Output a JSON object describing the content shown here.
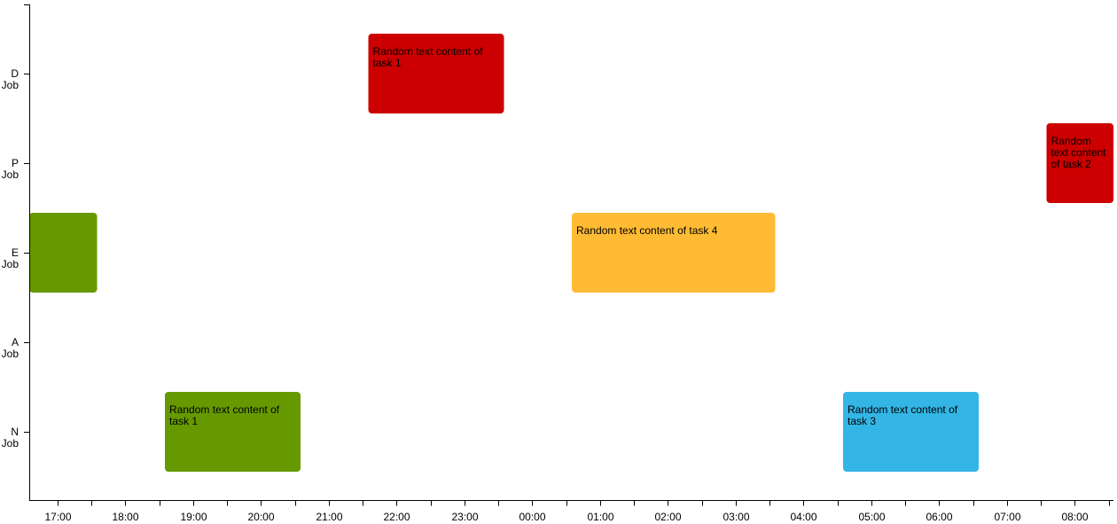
{
  "chart_data": {
    "type": "gantt",
    "categories": [
      "D",
      "P",
      "E",
      "A",
      "N"
    ],
    "category_suffix": "Job",
    "x_ticks": [
      "17:00",
      "18:00",
      "19:00",
      "20:00",
      "21:00",
      "22:00",
      "23:00",
      "00:00",
      "01:00",
      "02:00",
      "03:00",
      "04:00",
      "05:00",
      "06:00",
      "07:00",
      "08:00"
    ],
    "x_range": [
      "16:35",
      "08:35"
    ],
    "tasks": [
      {
        "category": "D",
        "start": "21:35",
        "end": "23:35",
        "label": "Random text content of task 1",
        "color": "#cc0000"
      },
      {
        "category": "P",
        "start": "07:35",
        "end": "08:35",
        "label": "Random text content of task 2",
        "color": "#cc0000"
      },
      {
        "category": "E",
        "start": "16:35",
        "end": "17:35",
        "label": "",
        "color": "#669900"
      },
      {
        "category": "E",
        "start": "00:35",
        "end": "03:35",
        "label": "Random text content of task 4",
        "color": "#ffbb33"
      },
      {
        "category": "N",
        "start": "18:35",
        "end": "20:35",
        "label": "Random text content of task 1",
        "color": "#669900"
      },
      {
        "category": "N",
        "start": "04:35",
        "end": "06:35",
        "label": "Random text content of task 3",
        "color": "#33b5e5"
      }
    ]
  }
}
